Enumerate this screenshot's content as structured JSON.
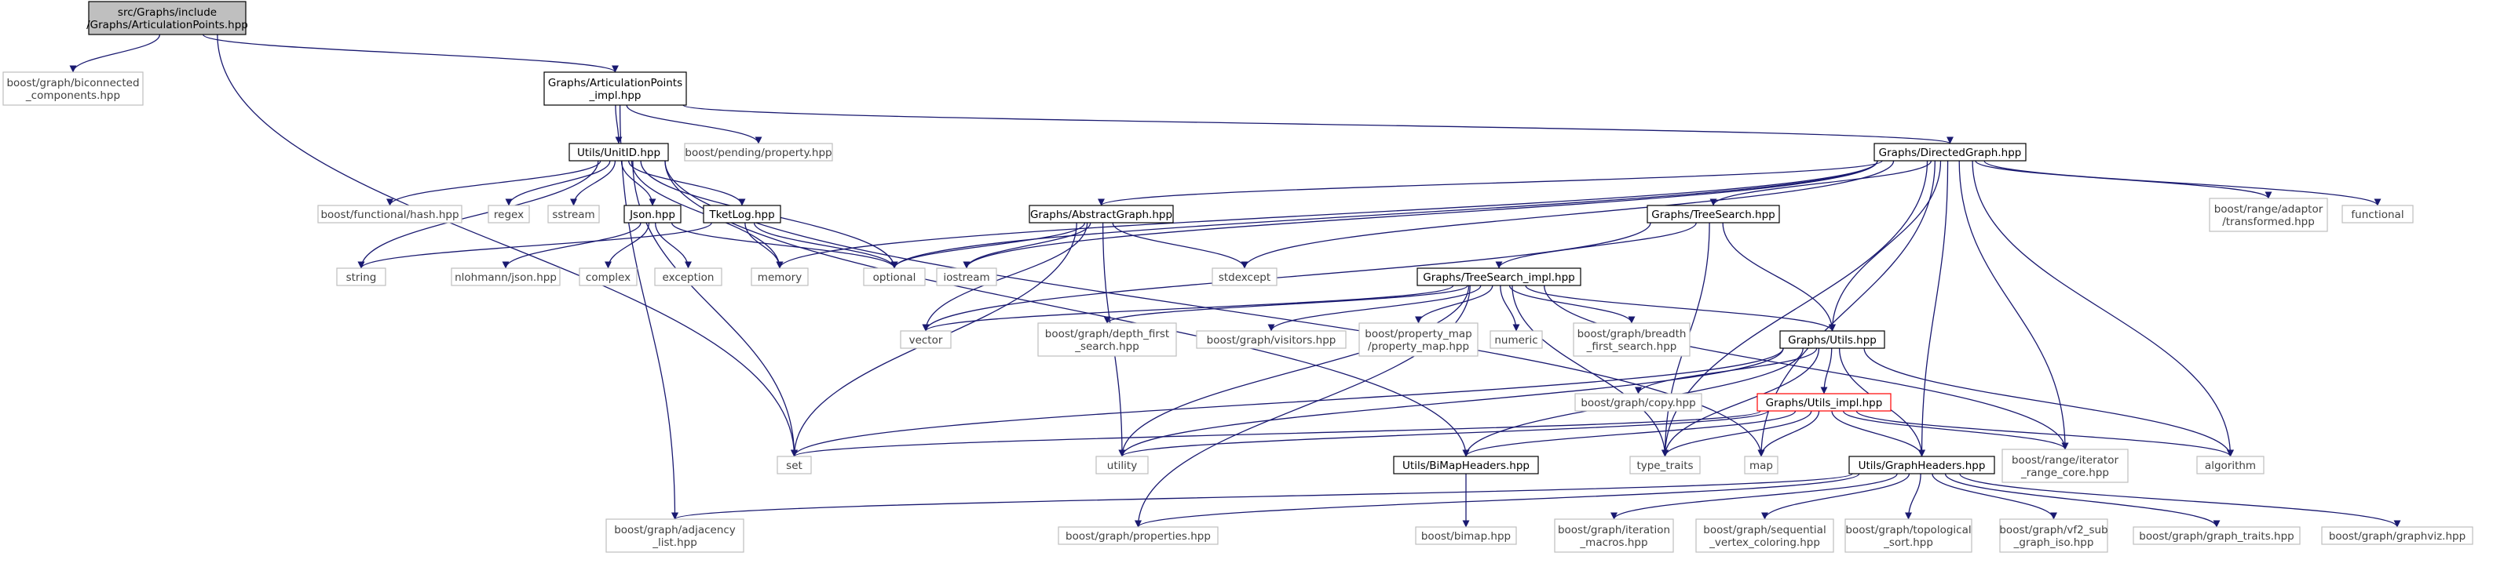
{
  "colors": {
    "edge": "#191970",
    "root_fill": "#bfbfbf",
    "root_border": "#000000",
    "documented_border": "#000000",
    "external_border": "#bfbfbf",
    "truncated_border": "#ff0000",
    "text_dark": "#000000",
    "text_muted": "#404040"
  },
  "nodes": [
    {
      "id": "root",
      "lines": [
        "src/Graphs/include",
        "/Graphs/ArticulationPoints.hpp"
      ],
      "style": "root"
    },
    {
      "id": "biconnected",
      "lines": [
        "boost/graph/biconnected",
        "_components.hpp"
      ],
      "style": "external"
    },
    {
      "id": "ap_impl",
      "lines": [
        "Graphs/ArticulationPoints",
        "_impl.hpp"
      ],
      "style": "documented"
    },
    {
      "id": "unitid",
      "lines": [
        "Utils/UnitID.hpp"
      ],
      "style": "documented"
    },
    {
      "id": "pending_property",
      "lines": [
        "boost/pending/property.hpp"
      ],
      "style": "external"
    },
    {
      "id": "directedgraph",
      "lines": [
        "Graphs/DirectedGraph.hpp"
      ],
      "style": "documented"
    },
    {
      "id": "functional_hash",
      "lines": [
        "boost/functional/hash.hpp"
      ],
      "style": "external"
    },
    {
      "id": "regex",
      "lines": [
        "regex"
      ],
      "style": "external"
    },
    {
      "id": "sstream",
      "lines": [
        "sstream"
      ],
      "style": "external"
    },
    {
      "id": "json",
      "lines": [
        "Json.hpp"
      ],
      "style": "documented"
    },
    {
      "id": "tketlog",
      "lines": [
        "TketLog.hpp"
      ],
      "style": "documented"
    },
    {
      "id": "abstractgraph",
      "lines": [
        "Graphs/AbstractGraph.hpp"
      ],
      "style": "documented"
    },
    {
      "id": "treesearch",
      "lines": [
        "Graphs/TreeSearch.hpp"
      ],
      "style": "documented"
    },
    {
      "id": "range_transformed",
      "lines": [
        "boost/range/adaptor",
        "/transformed.hpp"
      ],
      "style": "external"
    },
    {
      "id": "functional",
      "lines": [
        "functional"
      ],
      "style": "external"
    },
    {
      "id": "string",
      "lines": [
        "string"
      ],
      "style": "external"
    },
    {
      "id": "nlohmann",
      "lines": [
        "nlohmann/json.hpp"
      ],
      "style": "external"
    },
    {
      "id": "complex",
      "lines": [
        "complex"
      ],
      "style": "external"
    },
    {
      "id": "exception",
      "lines": [
        "exception"
      ],
      "style": "external"
    },
    {
      "id": "memory",
      "lines": [
        "memory"
      ],
      "style": "external"
    },
    {
      "id": "optional",
      "lines": [
        "optional"
      ],
      "style": "external"
    },
    {
      "id": "iostream",
      "lines": [
        "iostream"
      ],
      "style": "external"
    },
    {
      "id": "stdexcept",
      "lines": [
        "stdexcept"
      ],
      "style": "external"
    },
    {
      "id": "treesearch_impl",
      "lines": [
        "Graphs/TreeSearch_impl.hpp"
      ],
      "style": "documented"
    },
    {
      "id": "vector",
      "lines": [
        "vector"
      ],
      "style": "external"
    },
    {
      "id": "dfs",
      "lines": [
        "boost/graph/depth_first",
        "_search.hpp"
      ],
      "style": "external"
    },
    {
      "id": "visitors",
      "lines": [
        "boost/graph/visitors.hpp"
      ],
      "style": "external"
    },
    {
      "id": "property_map",
      "lines": [
        "boost/property_map",
        "/property_map.hpp"
      ],
      "style": "external"
    },
    {
      "id": "numeric",
      "lines": [
        "numeric"
      ],
      "style": "external"
    },
    {
      "id": "bfs",
      "lines": [
        "boost/graph/breadth",
        "_first_search.hpp"
      ],
      "style": "external"
    },
    {
      "id": "graphs_utils",
      "lines": [
        "Graphs/Utils.hpp"
      ],
      "style": "documented"
    },
    {
      "id": "graph_copy",
      "lines": [
        "boost/graph/copy.hpp"
      ],
      "style": "external"
    },
    {
      "id": "utils_impl",
      "lines": [
        "Graphs/Utils_impl.hpp"
      ],
      "style": "truncated"
    },
    {
      "id": "set",
      "lines": [
        "set"
      ],
      "style": "external"
    },
    {
      "id": "utility",
      "lines": [
        "utility"
      ],
      "style": "external"
    },
    {
      "id": "bimapheaders",
      "lines": [
        "Utils/BiMapHeaders.hpp"
      ],
      "style": "documented"
    },
    {
      "id": "type_traits",
      "lines": [
        "type_traits"
      ],
      "style": "external"
    },
    {
      "id": "map",
      "lines": [
        "map"
      ],
      "style": "external"
    },
    {
      "id": "graphheaders",
      "lines": [
        "Utils/GraphHeaders.hpp"
      ],
      "style": "documented"
    },
    {
      "id": "range_core",
      "lines": [
        "boost/range/iterator",
        "_range_core.hpp"
      ],
      "style": "external"
    },
    {
      "id": "algorithm",
      "lines": [
        "algorithm"
      ],
      "style": "external"
    },
    {
      "id": "adjacency_list",
      "lines": [
        "boost/graph/adjacency",
        "_list.hpp"
      ],
      "style": "external"
    },
    {
      "id": "graph_properties",
      "lines": [
        "boost/graph/properties.hpp"
      ],
      "style": "external"
    },
    {
      "id": "bimap",
      "lines": [
        "boost/bimap.hpp"
      ],
      "style": "external"
    },
    {
      "id": "iteration_macros",
      "lines": [
        "boost/graph/iteration",
        "_macros.hpp"
      ],
      "style": "external"
    },
    {
      "id": "seq_vertex_coloring",
      "lines": [
        "boost/graph/sequential",
        "_vertex_coloring.hpp"
      ],
      "style": "external"
    },
    {
      "id": "topological_sort",
      "lines": [
        "boost/graph/topological",
        "_sort.hpp"
      ],
      "style": "external"
    },
    {
      "id": "vf2",
      "lines": [
        "boost/graph/vf2_sub",
        "_graph_iso.hpp"
      ],
      "style": "external"
    },
    {
      "id": "graph_traits",
      "lines": [
        "boost/graph/graph_traits.hpp"
      ],
      "style": "external"
    },
    {
      "id": "graphviz",
      "lines": [
        "boost/graph/graphviz.hpp"
      ],
      "style": "external"
    }
  ],
  "edges": [
    [
      "root",
      "biconnected"
    ],
    [
      "root",
      "ap_impl"
    ],
    [
      "root",
      "set"
    ],
    [
      "ap_impl",
      "unitid"
    ],
    [
      "ap_impl",
      "pending_property"
    ],
    [
      "ap_impl",
      "directedgraph"
    ],
    [
      "ap_impl",
      "adjacency_list"
    ],
    [
      "unitid",
      "functional_hash"
    ],
    [
      "unitid",
      "regex"
    ],
    [
      "unitid",
      "sstream"
    ],
    [
      "unitid",
      "json"
    ],
    [
      "unitid",
      "tketlog"
    ],
    [
      "unitid",
      "string"
    ],
    [
      "unitid",
      "memory"
    ],
    [
      "unitid",
      "optional"
    ],
    [
      "unitid",
      "set"
    ],
    [
      "unitid",
      "bimapheaders"
    ],
    [
      "unitid",
      "map"
    ],
    [
      "json",
      "nlohmann"
    ],
    [
      "json",
      "complex"
    ],
    [
      "json",
      "exception"
    ],
    [
      "json",
      "optional"
    ],
    [
      "tketlog",
      "string"
    ],
    [
      "tketlog",
      "memory"
    ],
    [
      "tketlog",
      "optional"
    ],
    [
      "directedgraph",
      "abstractgraph"
    ],
    [
      "directedgraph",
      "treesearch"
    ],
    [
      "directedgraph",
      "range_transformed"
    ],
    [
      "directedgraph",
      "functional"
    ],
    [
      "directedgraph",
      "graphs_utils"
    ],
    [
      "directedgraph",
      "memory"
    ],
    [
      "directedgraph",
      "optional"
    ],
    [
      "directedgraph",
      "iostream"
    ],
    [
      "directedgraph",
      "stdexcept"
    ],
    [
      "directedgraph",
      "type_traits"
    ],
    [
      "directedgraph",
      "map"
    ],
    [
      "directedgraph",
      "graphheaders"
    ],
    [
      "directedgraph",
      "range_core"
    ],
    [
      "directedgraph",
      "algorithm"
    ],
    [
      "abstractgraph",
      "optional"
    ],
    [
      "abstractgraph",
      "iostream"
    ],
    [
      "abstractgraph",
      "stdexcept"
    ],
    [
      "abstractgraph",
      "vector"
    ],
    [
      "abstractgraph",
      "set"
    ],
    [
      "abstractgraph",
      "utility"
    ],
    [
      "treesearch",
      "treesearch_impl"
    ],
    [
      "treesearch",
      "graphs_utils"
    ],
    [
      "treesearch",
      "vector"
    ],
    [
      "treesearch",
      "type_traits"
    ],
    [
      "treesearch_impl",
      "vector"
    ],
    [
      "treesearch_impl",
      "dfs"
    ],
    [
      "treesearch_impl",
      "visitors"
    ],
    [
      "treesearch_impl",
      "property_map"
    ],
    [
      "treesearch_impl",
      "numeric"
    ],
    [
      "treesearch_impl",
      "bfs"
    ],
    [
      "treesearch_impl",
      "graphs_utils"
    ],
    [
      "treesearch_impl",
      "utility"
    ],
    [
      "treesearch_impl",
      "graph_properties"
    ],
    [
      "treesearch_impl",
      "range_core"
    ],
    [
      "treesearch_impl",
      "type_traits"
    ],
    [
      "graphs_utils",
      "graph_copy"
    ],
    [
      "graphs_utils",
      "utils_impl"
    ],
    [
      "graphs_utils",
      "set"
    ],
    [
      "graphs_utils",
      "utility"
    ],
    [
      "graphs_utils",
      "bimapheaders"
    ],
    [
      "graphs_utils",
      "type_traits"
    ],
    [
      "graphs_utils",
      "graphheaders"
    ],
    [
      "graphs_utils",
      "algorithm"
    ],
    [
      "utils_impl",
      "set"
    ],
    [
      "utils_impl",
      "utility"
    ],
    [
      "utils_impl",
      "bimapheaders"
    ],
    [
      "utils_impl",
      "type_traits"
    ],
    [
      "utils_impl",
      "map"
    ],
    [
      "utils_impl",
      "graphheaders"
    ],
    [
      "utils_impl",
      "range_core"
    ],
    [
      "utils_impl",
      "algorithm"
    ],
    [
      "bimapheaders",
      "bimap"
    ],
    [
      "graphheaders",
      "adjacency_list"
    ],
    [
      "graphheaders",
      "graph_properties"
    ],
    [
      "graphheaders",
      "iteration_macros"
    ],
    [
      "graphheaders",
      "seq_vertex_coloring"
    ],
    [
      "graphheaders",
      "topological_sort"
    ],
    [
      "graphheaders",
      "vf2"
    ],
    [
      "graphheaders",
      "graph_traits"
    ],
    [
      "graphheaders",
      "graphviz"
    ]
  ]
}
